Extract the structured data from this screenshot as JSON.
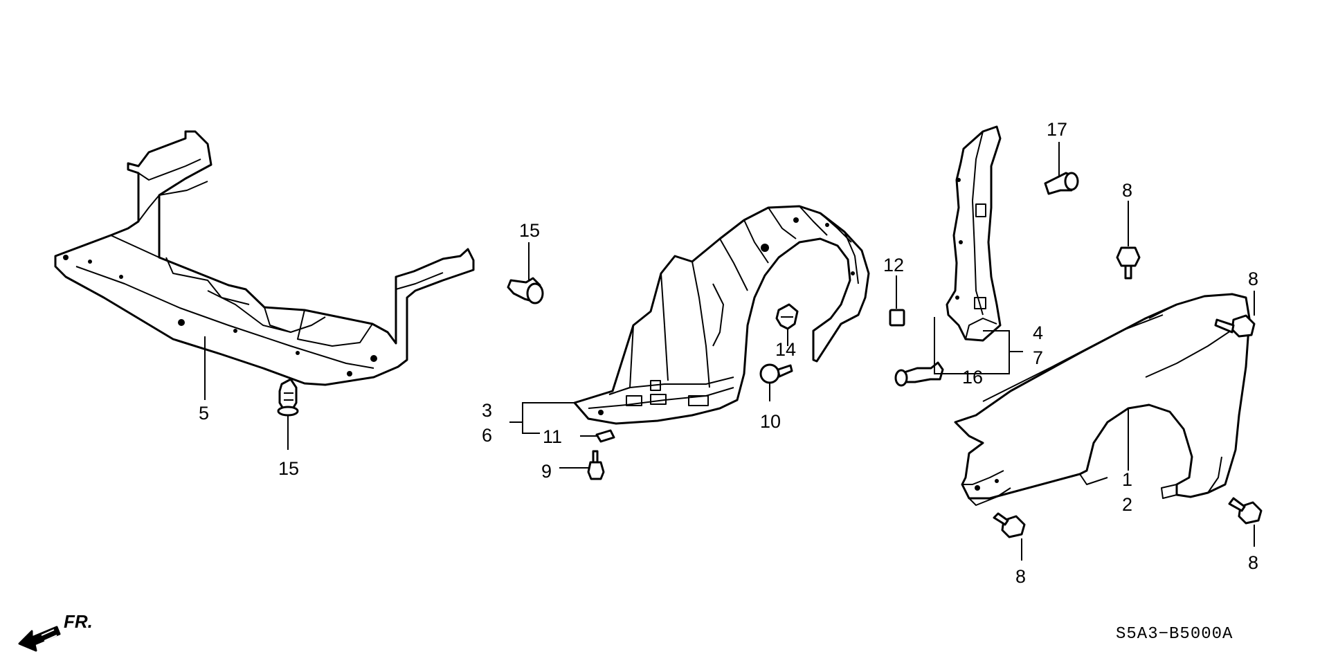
{
  "diagram": {
    "code": "S5A3−B5000A",
    "direction_label": "FR.",
    "callouts": {
      "c1": "1",
      "c2": "2",
      "c3": "3",
      "c4": "4",
      "c5": "5",
      "c6": "6",
      "c7": "7",
      "c8a": "8",
      "c8b": "8",
      "c8c": "8",
      "c8d": "8",
      "c9": "9",
      "c10": "10",
      "c11": "11",
      "c12": "12",
      "c14": "14",
      "c15a": "15",
      "c15b": "15",
      "c16": "16",
      "c17": "17"
    }
  }
}
